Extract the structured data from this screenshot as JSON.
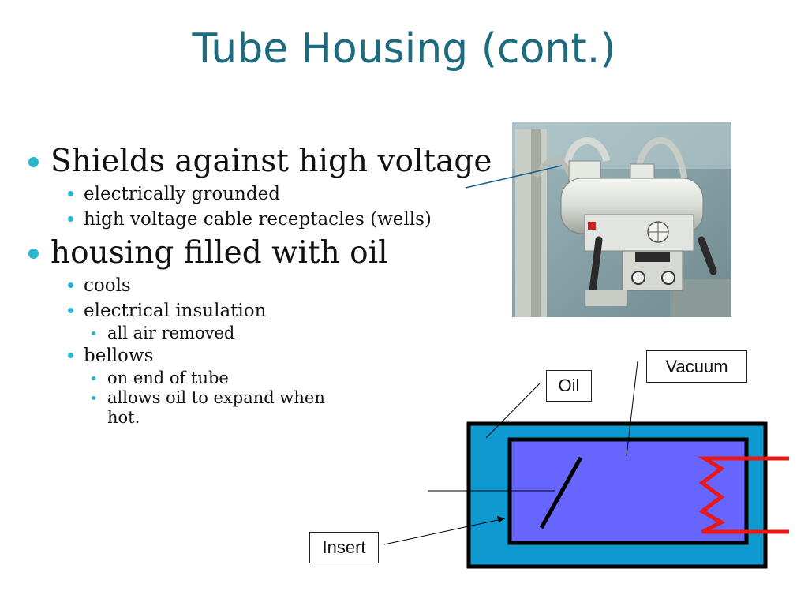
{
  "slide": {
    "title": "Tube Housing (cont.)"
  },
  "bullets": [
    {
      "text": "Shields against high voltage",
      "children": [
        {
          "text": "electrically grounded"
        },
        {
          "text": "high voltage cable receptacles (wells)"
        }
      ]
    },
    {
      "text": "housing filled with oil",
      "children": [
        {
          "text": "cools"
        },
        {
          "text": "electrical insulation",
          "children": [
            {
              "text": "all air removed"
            }
          ]
        },
        {
          "text": "bellows",
          "children": [
            {
              "text": "on end of tube"
            },
            {
              "text": "allows oil to expand when hot."
            }
          ]
        }
      ]
    }
  ],
  "diagram": {
    "labels": {
      "vacuum": "Vacuum",
      "oil": "Oil",
      "insert": "Insert"
    },
    "colors": {
      "housing": "#0e9ad0",
      "insert": "#6666ff",
      "outline": "#000000",
      "bellows": "#e81818",
      "bullet": "#2bb5cc",
      "title": "#1c6b7f"
    }
  },
  "photo": {
    "subject": "x-ray-tube-housing-photo"
  }
}
